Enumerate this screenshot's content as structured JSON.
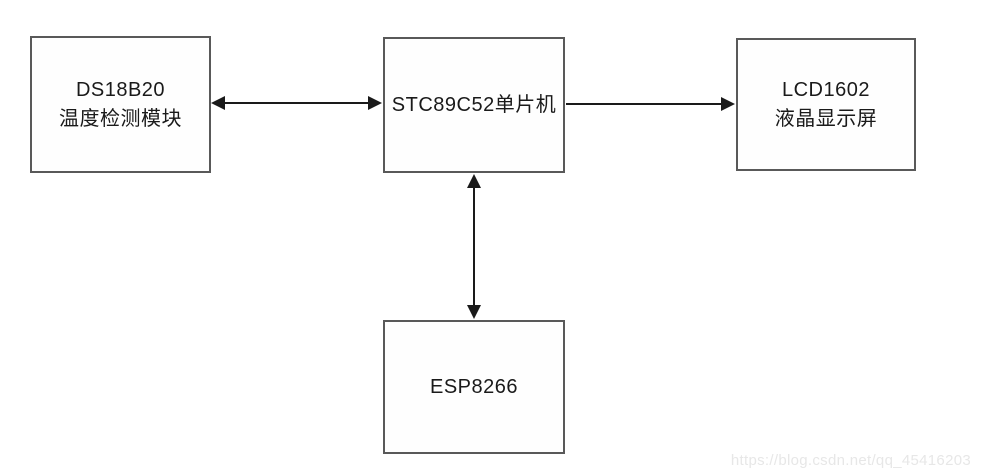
{
  "diagram": {
    "type": "block-diagram",
    "blocks": [
      {
        "id": "ds18b20",
        "line1": "DS18B20",
        "line2": "温度检测模块"
      },
      {
        "id": "mcu",
        "line1": "STC89C52单片机",
        "line2": ""
      },
      {
        "id": "lcd",
        "line1": "LCD1602",
        "line2": "液晶显示屏"
      },
      {
        "id": "esp",
        "line1": "ESP8266",
        "line2": ""
      }
    ],
    "connections": [
      {
        "from": "ds18b20",
        "to": "mcu",
        "type": "bidirectional",
        "orientation": "horizontal"
      },
      {
        "from": "mcu",
        "to": "lcd",
        "type": "unidirectional",
        "orientation": "horizontal"
      },
      {
        "from": "mcu",
        "to": "esp",
        "type": "bidirectional",
        "orientation": "vertical"
      }
    ],
    "colors": {
      "border": "#595959",
      "arrow": "#1a1a1a",
      "text": "#1a1a1a",
      "background": "#ffffff",
      "watermark": "#e7e7e7"
    },
    "watermark": "https://blog.csdn.net/qq_45416203"
  }
}
